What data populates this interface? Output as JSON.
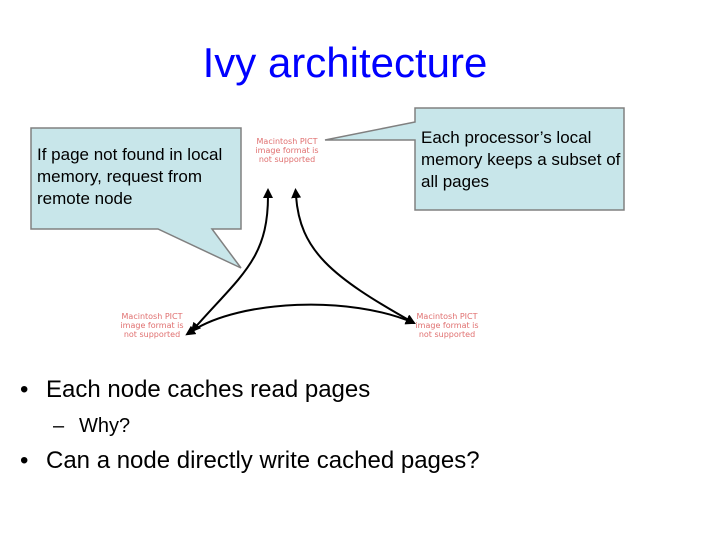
{
  "title": "Ivy architecture",
  "callouts": {
    "left": "If page not found in local memory, request from remote node",
    "right": "Each processor’s local memory keeps a subset of all pages"
  },
  "pict_placeholder": "Macintosh PICT image format is not supported",
  "bullets": [
    {
      "marker": "•",
      "text": "Each node caches read pages"
    },
    {
      "marker": "–",
      "text": "Why?"
    },
    {
      "marker": "•",
      "text": "Can a node directly write cached pages?"
    }
  ],
  "colors": {
    "title": "#0000ff",
    "callout_fill": "#c8e6ea",
    "placeholder_text": "#e07070"
  }
}
